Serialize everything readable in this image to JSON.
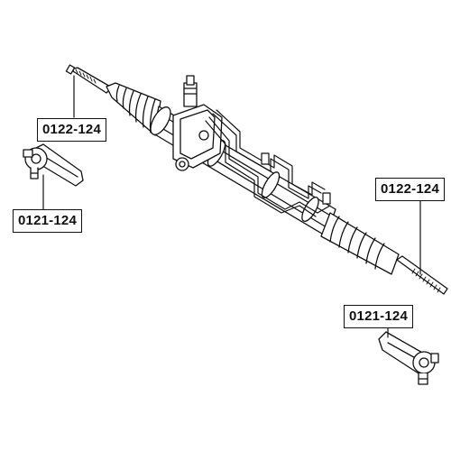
{
  "labels": {
    "left_tie_rod": "0122-124",
    "left_tie_rod_end": "0121-124",
    "right_tie_rod": "0122-124",
    "right_tie_rod_end": "0121-124"
  },
  "colors": {
    "line": "#111111",
    "background": "#ffffff"
  }
}
